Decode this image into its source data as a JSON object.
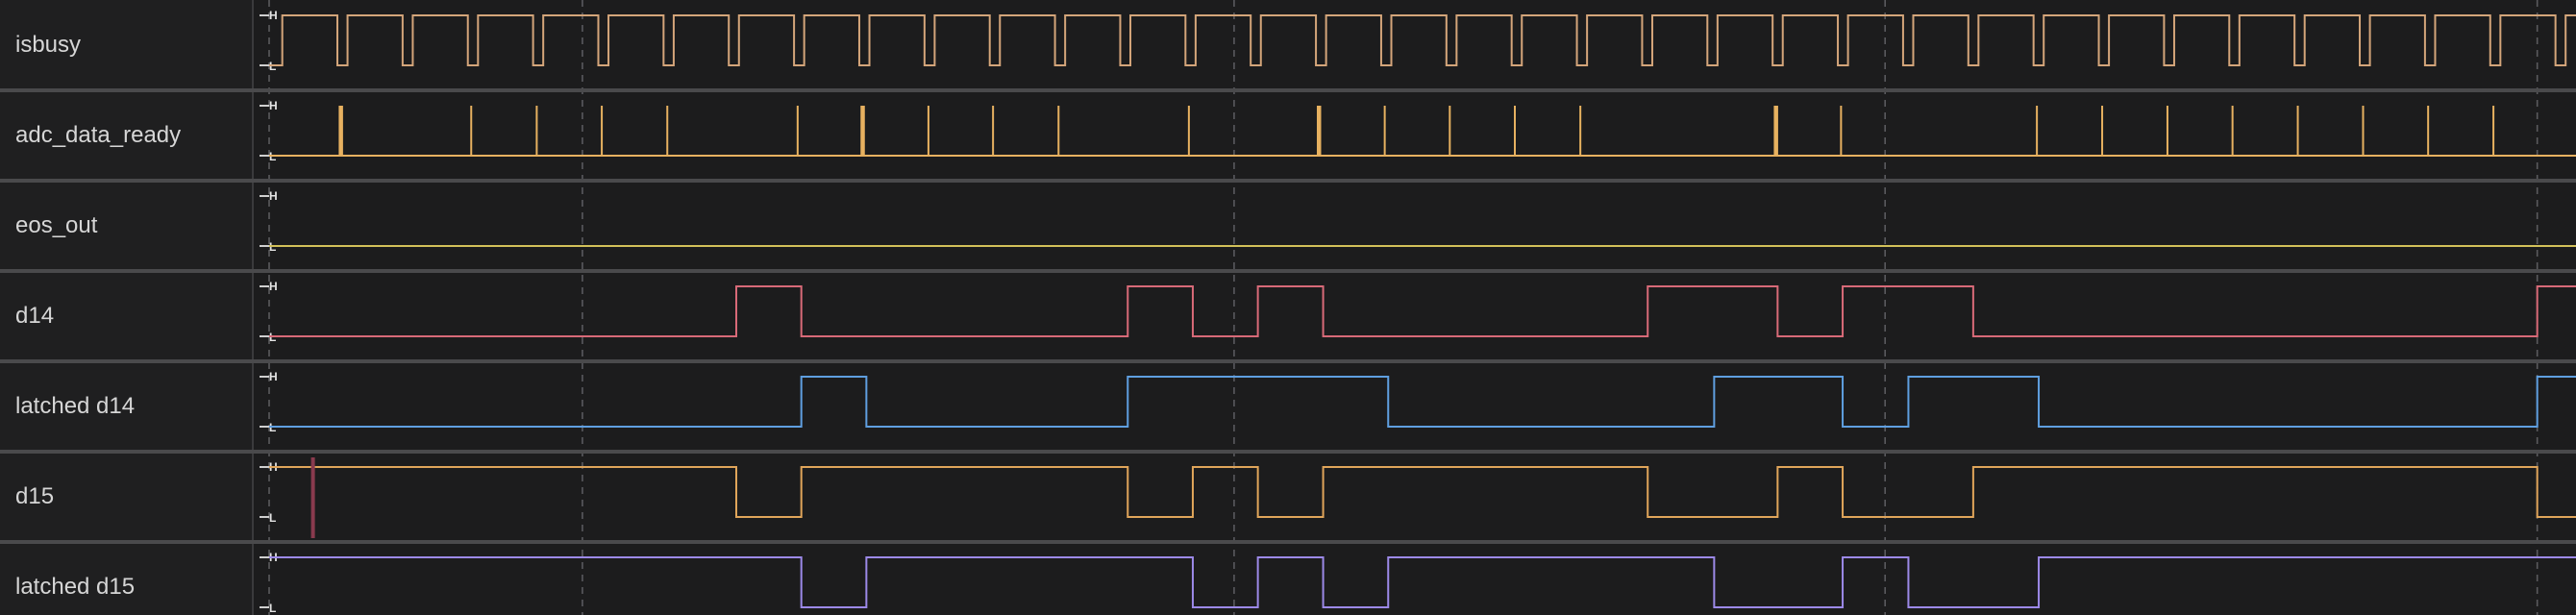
{
  "rail": {
    "high": "H",
    "low": "L"
  },
  "colors": {
    "background": "#1c1c1d",
    "grid": "#5a5a5e",
    "divider": "#4a4a4c",
    "cursor": "#8a3a4e",
    "label": "#d6d6d6"
  },
  "time": {
    "start": 0,
    "end": 1000
  },
  "grid_times": [
    0,
    135.8,
    418.3,
    700.5,
    983.2
  ],
  "cursor_time": 19.0,
  "signals": [
    {
      "name": "isbusy",
      "type": "clock",
      "color": "#d4a57a",
      "period": 28.28,
      "first_rise": 5.7,
      "low_width": 4.4
    },
    {
      "name": "adc_data_ready",
      "type": "pulses",
      "color": "#e7b160",
      "pulses": [
        {
          "t": 31.1,
          "bold": true
        },
        {
          "t": 87.6
        },
        {
          "t": 116.0
        },
        {
          "t": 144.2
        },
        {
          "t": 172.6
        },
        {
          "t": 229.1
        },
        {
          "t": 257.3,
          "bold": true
        },
        {
          "t": 285.8
        },
        {
          "t": 313.8
        },
        {
          "t": 342.2
        },
        {
          "t": 398.7
        },
        {
          "t": 455.1,
          "bold": true
        },
        {
          "t": 483.6
        },
        {
          "t": 511.8
        },
        {
          "t": 540.0
        },
        {
          "t": 568.4
        },
        {
          "t": 653.2,
          "bold": true
        },
        {
          "t": 681.4
        },
        {
          "t": 766.3
        },
        {
          "t": 794.6
        },
        {
          "t": 822.9
        },
        {
          "t": 851.1
        },
        {
          "t": 879.4
        },
        {
          "t": 907.7
        },
        {
          "t": 935.9
        },
        {
          "t": 964.2
        }
      ]
    },
    {
      "name": "eos_out",
      "type": "level",
      "color": "#d2c15a",
      "initial": 0,
      "edges": []
    },
    {
      "name": "d14",
      "type": "level",
      "color": "#d86a78",
      "initial": 0,
      "edges": [
        202.5,
        230.7,
        372.2,
        400.4,
        428.6,
        456.9,
        597.6,
        653.9,
        682.1,
        738.7,
        983.2
      ]
    },
    {
      "name": "latched d14",
      "type": "level",
      "color": "#5f9fe0",
      "initial": 0,
      "edges": [
        230.7,
        258.9,
        372.2,
        485.1,
        626.4,
        682.1,
        710.6,
        767.1,
        983.2
      ]
    },
    {
      "name": "d15",
      "type": "level",
      "color": "#e0a55a",
      "initial": 1,
      "edges": [
        202.5,
        230.7,
        372.2,
        400.4,
        428.6,
        456.9,
        597.6,
        653.9,
        682.1,
        738.7,
        983.2
      ]
    },
    {
      "name": "latched d15",
      "type": "level",
      "color": "#9c89e8",
      "initial": 1,
      "edges": [
        230.7,
        258.9,
        400.4,
        428.6,
        456.9,
        485.1,
        626.4,
        682.1,
        710.6,
        767.1
      ]
    }
  ]
}
